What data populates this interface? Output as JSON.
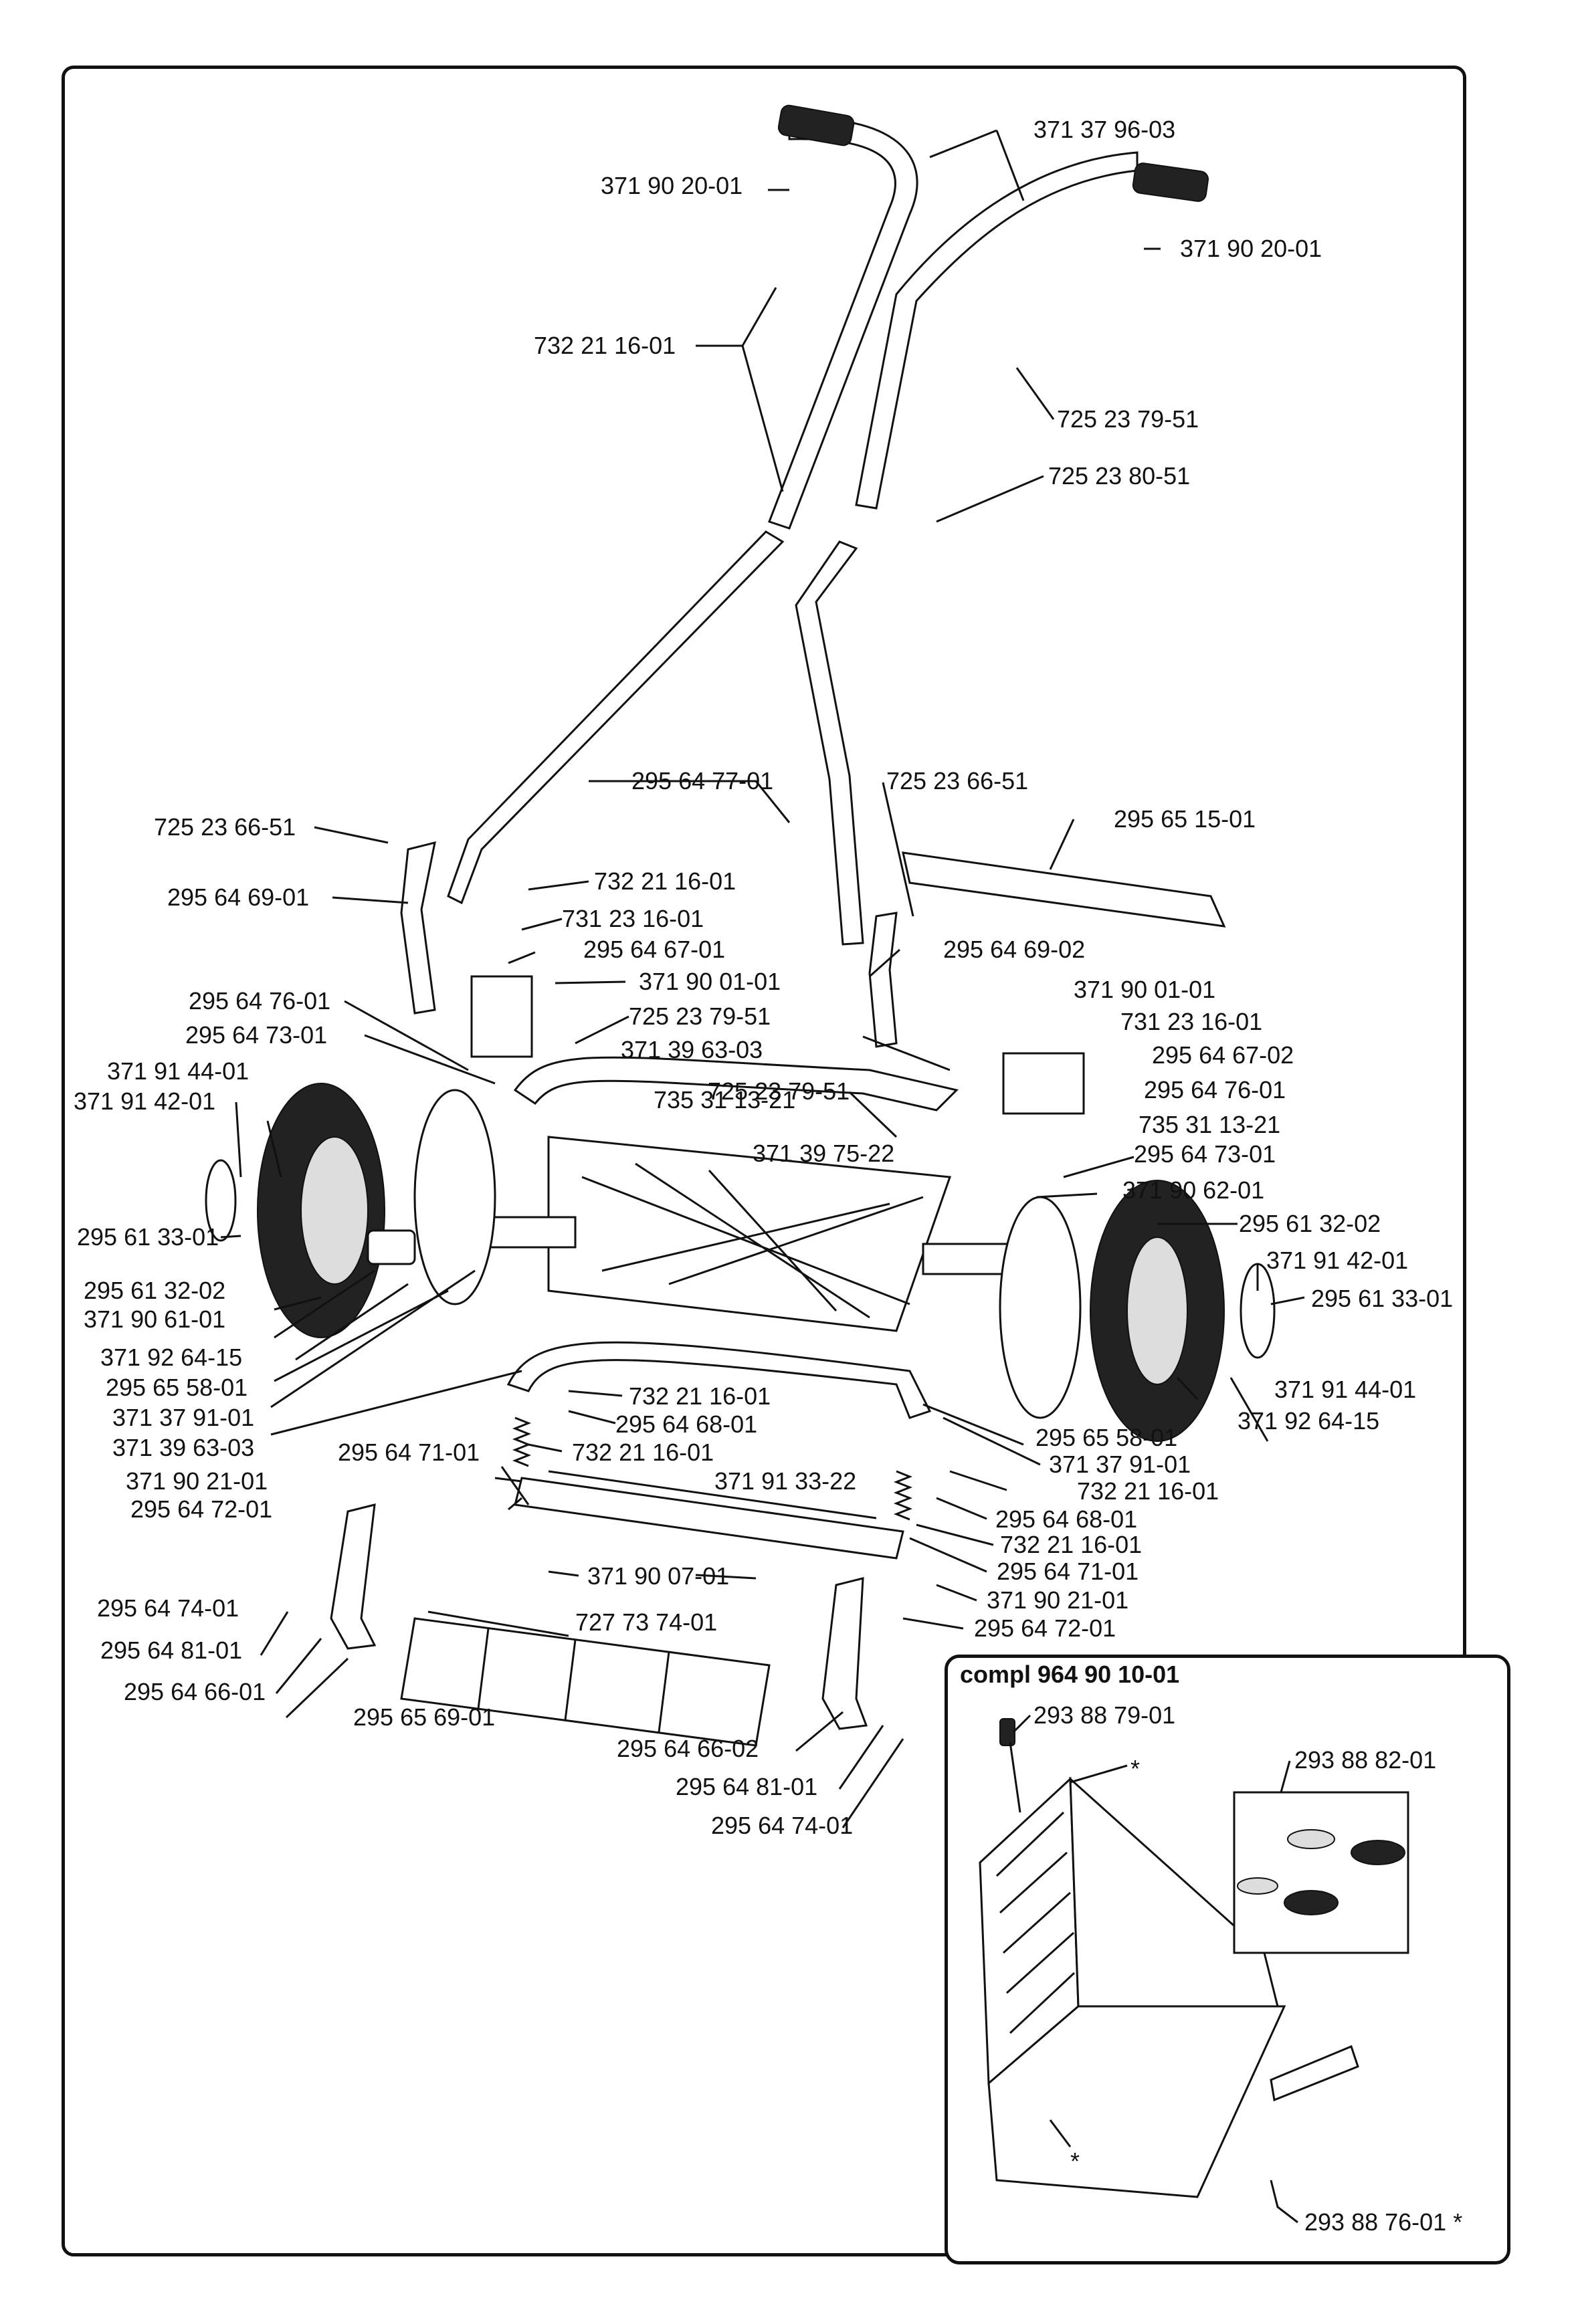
{
  "inset": {
    "title": "compl 964 90 10-01"
  },
  "labels": [
    "371 37 96-03",
    "371 90 20-01",
    "371 90 20-01",
    "732 21 16-01",
    "725 23 79-51",
    "725 23 80-51",
    "295 64 77-01",
    "725 23 66-51",
    "725 23 66-51",
    "295 65 15-01",
    "295 64 69-01",
    "732 21 16-01",
    "731 23 16-01",
    "295 64 67-01",
    "371 90 01-01",
    "295 64 69-02",
    "295 64 76-01",
    "295 64 73-01",
    "725 23 79-51",
    "371 39 63-03",
    "371 90 01-01",
    "731 23 16-01",
    "371 91 44-01",
    "371 91 42-01",
    "735 31 13-21",
    "725 23 79-51",
    "295 64 67-02",
    "295 64 76-01",
    "735 31 13-21",
    "371 39 75-22",
    "295 64 73-01",
    "371 90 62-01",
    "295 61 32-02",
    "295 61 33-01",
    "371 91 42-01",
    "295 61 33-01",
    "295 61 32-02",
    "371 90 61-01",
    "371 92 64-15",
    "295 65 58-01",
    "371 37 91-01",
    "371 39 63-03",
    "732 21 16-01",
    "295 64 68-01",
    "732 21 16-01",
    "371 91 44-01",
    "371 92 64-15",
    "295 65 58-01",
    "371 37 91-01",
    "732 21 16-01",
    "295 64 68-01",
    "732 21 16-01",
    "295 64 71-01",
    "371 90 21-01",
    "371 91 33-22",
    "295 64 72-01",
    "295 64 71-01",
    "371 90 07-01",
    "371 90 21-01",
    "295 64 72-01",
    "295 64 74-01",
    "727 73 74-01",
    "295 64 81-01",
    "295 64 66-01",
    "295 65 69-01",
    "295 64 66-02",
    "295 64 81-01",
    "295 64 74-01",
    "293 88 79-01",
    "293 88 82-01",
    "293 88 76-01 *",
    "*",
    "*"
  ]
}
